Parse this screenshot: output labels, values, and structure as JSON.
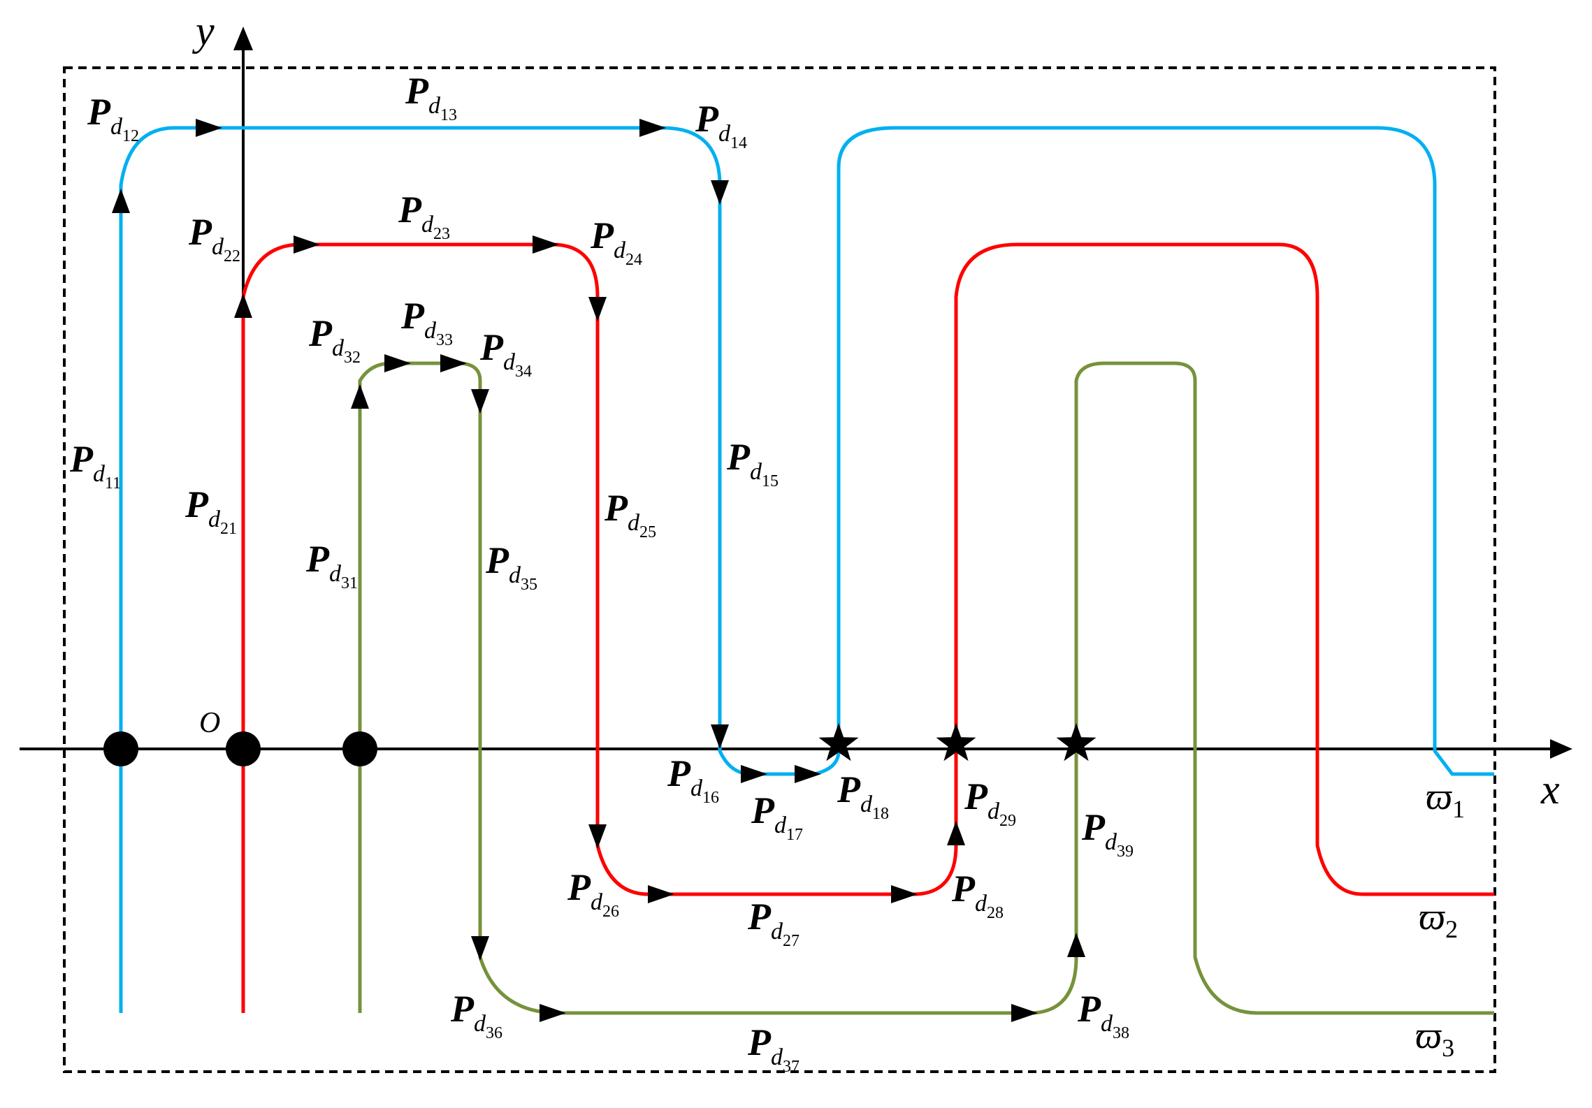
{
  "colors": {
    "blue": "#00B0F0",
    "red": "#FF0000",
    "green": "#76923C",
    "black": "#000000"
  },
  "axes": {
    "x_label": "x",
    "y_label": "y",
    "origin_label": "O"
  },
  "labels": [
    {
      "letter": "P",
      "d": "d",
      "idx": "11"
    },
    {
      "letter": "P",
      "d": "d",
      "idx": "12"
    },
    {
      "letter": "P",
      "d": "d",
      "idx": "13"
    },
    {
      "letter": "P",
      "d": "d",
      "idx": "14"
    },
    {
      "letter": "P",
      "d": "d",
      "idx": "15"
    },
    {
      "letter": "P",
      "d": "d",
      "idx": "16"
    },
    {
      "letter": "P",
      "d": "d",
      "idx": "17"
    },
    {
      "letter": "P",
      "d": "d",
      "idx": "18"
    },
    {
      "letter": "P",
      "d": "d",
      "idx": "21"
    },
    {
      "letter": "P",
      "d": "d",
      "idx": "22"
    },
    {
      "letter": "P",
      "d": "d",
      "idx": "23"
    },
    {
      "letter": "P",
      "d": "d",
      "idx": "24"
    },
    {
      "letter": "P",
      "d": "d",
      "idx": "25"
    },
    {
      "letter": "P",
      "d": "d",
      "idx": "26"
    },
    {
      "letter": "P",
      "d": "d",
      "idx": "27"
    },
    {
      "letter": "P",
      "d": "d",
      "idx": "28"
    },
    {
      "letter": "P",
      "d": "d",
      "idx": "29"
    },
    {
      "letter": "P",
      "d": "d",
      "idx": "31"
    },
    {
      "letter": "P",
      "d": "d",
      "idx": "32"
    },
    {
      "letter": "P",
      "d": "d",
      "idx": "33"
    },
    {
      "letter": "P",
      "d": "d",
      "idx": "34"
    },
    {
      "letter": "P",
      "d": "d",
      "idx": "35"
    },
    {
      "letter": "P",
      "d": "d",
      "idx": "36"
    },
    {
      "letter": "P",
      "d": "d",
      "idx": "37"
    },
    {
      "letter": "P",
      "d": "d",
      "idx": "38"
    },
    {
      "letter": "P",
      "d": "d",
      "idx": "39"
    }
  ],
  "curves": [
    {
      "symbol": "ϖ",
      "sub": "1"
    },
    {
      "symbol": "ϖ",
      "sub": "2"
    },
    {
      "symbol": "ϖ",
      "sub": "3"
    }
  ]
}
